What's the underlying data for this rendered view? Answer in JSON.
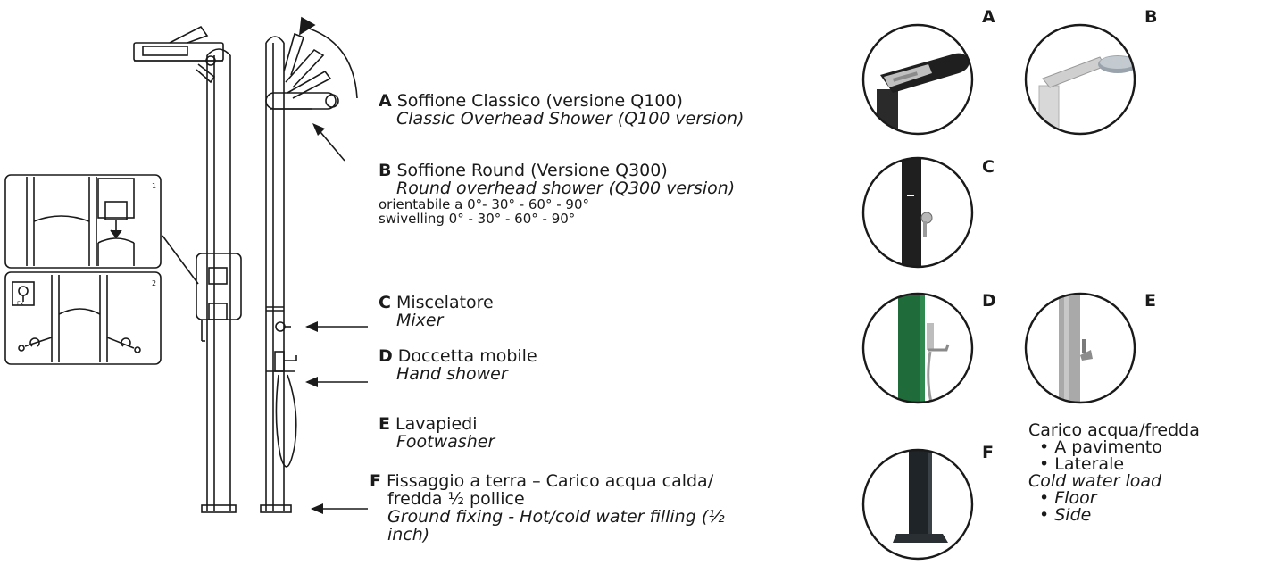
{
  "callouts": [
    {
      "id": "A",
      "letter": "A",
      "title": "Soffione Classico (versione Q100)",
      "subtitle": "Classic Overhead Shower (Q100 version)"
    },
    {
      "id": "B",
      "letter": "B",
      "title": "Soffione Round (Versione Q300)",
      "subtitle": "Round overhead shower (Q300 version)",
      "note1": "orientabile a 0°- 30° - 60° - 90°",
      "note2": "swivelling 0° - 30° - 60° - 90°"
    },
    {
      "id": "C",
      "letter": "C",
      "title": "Miscelatore",
      "subtitle": "Mixer"
    },
    {
      "id": "D",
      "letter": "D",
      "title": "Doccetta mobile",
      "subtitle": "Hand shower"
    },
    {
      "id": "E",
      "letter": "E",
      "title": "Lavapiedi",
      "subtitle": "Footwasher"
    },
    {
      "id": "F",
      "letter": "F",
      "title_line1": "Fissaggio a terra – Carico acqua calda/",
      "title_line2": "fredda ½ pollice",
      "subtitle_line1": "Ground fixing - Hot/cold water filling (½",
      "subtitle_line2": "inch)"
    }
  ],
  "circles": [
    "A",
    "B",
    "C",
    "D",
    "E",
    "F"
  ],
  "detail_steps": [
    "1",
    "2"
  ],
  "detail_wrench_label": "Ex",
  "side_note": {
    "line1": "Carico acqua/fredda",
    "line2": "• A pavimento",
    "line3": "• Laterale",
    "line4": "Cold water load",
    "line5": "• Floor",
    "line6": "• Side"
  },
  "colors": {
    "line": "#1a1a1a",
    "green": "#1f6b3a",
    "grey": "#9a9a9a",
    "dark": "#2a2a2a"
  }
}
